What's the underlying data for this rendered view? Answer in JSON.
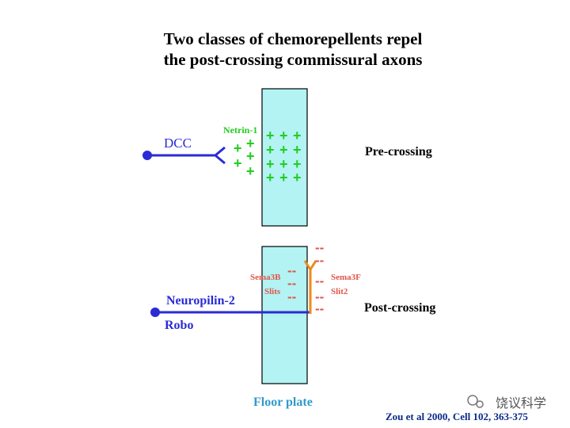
{
  "title": {
    "line1": "Two classes of chemorepellents  repel",
    "line2": "the post-crossing commissural axons"
  },
  "labels": {
    "dcc": "DCC",
    "netrin": "Netrin-1",
    "pre_crossing": "Pre-crossing",
    "sema3b": "Sema3B",
    "slits": "Slits",
    "sema3f": "Sema3F",
    "slit2": "Slit2",
    "neuropilin": "Neuropilin-2",
    "robo": "Robo",
    "post_crossing": "Post-crossing",
    "floor_plate": "Floor plate",
    "citation": "Zou et al 2000, Cell 102, 363-375"
  },
  "symbols": {
    "plus": "+",
    "minus": "--"
  },
  "watermark": "饶议科学",
  "colors": {
    "floor_plate_fill": "#b3f3f3",
    "axon_blue": "#2b2bd6",
    "netrin_green": "#22cc22",
    "repellent_red": "#e0564a",
    "receptor_orange": "#ee8a1a",
    "floor_plate_label": "#3399cc",
    "citation_blue": "#0a2a8a"
  }
}
